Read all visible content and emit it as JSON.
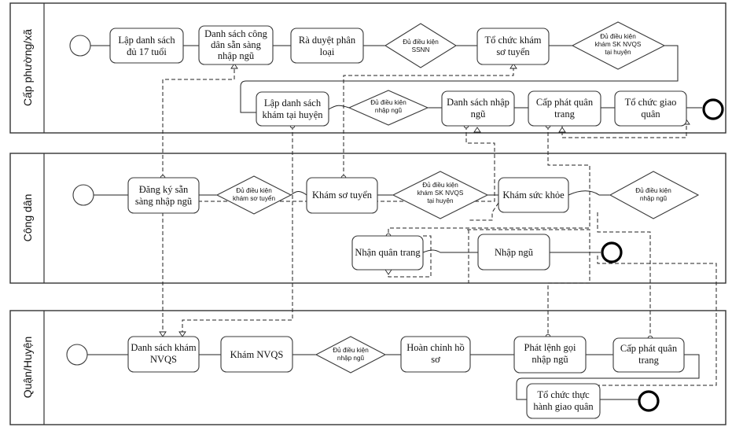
{
  "lanes": [
    {
      "id": "lane_ward",
      "label": "Cấp phường/xã"
    },
    {
      "id": "lane_citizen",
      "label": "Công dân"
    },
    {
      "id": "lane_district",
      "label": "Quận/Huyện"
    }
  ],
  "tasks": [
    {
      "id": "t_list17",
      "lines": [
        "Lập danh sách",
        "đủ 17 tuổi"
      ]
    },
    {
      "id": "t_readylist",
      "lines": [
        "Danh sách công",
        "dân sẵn sàng",
        "nhập ngũ"
      ]
    },
    {
      "id": "t_review",
      "lines": [
        "Rà duyệt phân",
        "loại"
      ]
    },
    {
      "id": "t_preexam",
      "lines": [
        "Tổ chức khám",
        "sơ tuyển"
      ]
    },
    {
      "id": "t_examlist",
      "lines": [
        "Lập danh sách",
        "khám tại huyện"
      ]
    },
    {
      "id": "t_enlistlist",
      "lines": [
        "Danh sách nhập",
        "ngũ"
      ]
    },
    {
      "id": "t_uniform_ward",
      "lines": [
        "Cấp phát quân",
        "trang"
      ]
    },
    {
      "id": "t_handover",
      "lines": [
        "Tổ chức giao",
        "quân"
      ]
    },
    {
      "id": "t_register",
      "lines": [
        "Đăng ký sẵn",
        "sàng nhập ngũ"
      ]
    },
    {
      "id": "t_screening",
      "lines": [
        "Khám sơ tuyển"
      ]
    },
    {
      "id": "t_health",
      "lines": [
        "Khám sức khỏe"
      ]
    },
    {
      "id": "t_receive",
      "lines": [
        "Nhận quân trang"
      ]
    },
    {
      "id": "t_enlist",
      "lines": [
        "Nhập ngũ"
      ]
    },
    {
      "id": "t_nvqslist",
      "lines": [
        "Danh sách khám",
        "NVQS"
      ]
    },
    {
      "id": "t_nvqs",
      "lines": [
        "Khám NVQS"
      ]
    },
    {
      "id": "t_dossier",
      "lines": [
        "Hoàn chỉnh hồ",
        "sơ"
      ]
    },
    {
      "id": "t_order",
      "lines": [
        "Phát lệnh gọi",
        "nhập ngũ"
      ]
    },
    {
      "id": "t_uniform_dist",
      "lines": [
        "Cấp phát quân",
        "trang"
      ]
    },
    {
      "id": "t_practice",
      "lines": [
        "Tổ chức thực",
        "hành giao quân"
      ]
    }
  ],
  "gateways": [
    {
      "id": "g_ssnn",
      "lines": [
        "Đủ điều kiện",
        "SSNN"
      ]
    },
    {
      "id": "g_exam_cond",
      "lines": [
        "Đủ điều kiện",
        "khám SK NVQS",
        "tại huyện"
      ]
    },
    {
      "id": "g_enlist_ward",
      "lines": [
        "Đủ điều kiện",
        "nhập ngũ"
      ]
    },
    {
      "id": "g_prescreen",
      "lines": [
        "Đủ điều kiện",
        "khám sơ tuyển"
      ]
    },
    {
      "id": "g_exam_citizen",
      "lines": [
        "Đủ điều kiện",
        "khám SK NVQS",
        "tại huyện"
      ]
    },
    {
      "id": "g_enlist_citizen",
      "lines": [
        "Đủ điều kiện",
        "nhập ngũ"
      ]
    },
    {
      "id": "g_enlist_district",
      "lines": [
        "Đủ điều kiện",
        "nhập ngũ"
      ]
    }
  ],
  "colors": {
    "stroke": "#3a3a3a",
    "text": "#111111",
    "background": "#ffffff"
  }
}
